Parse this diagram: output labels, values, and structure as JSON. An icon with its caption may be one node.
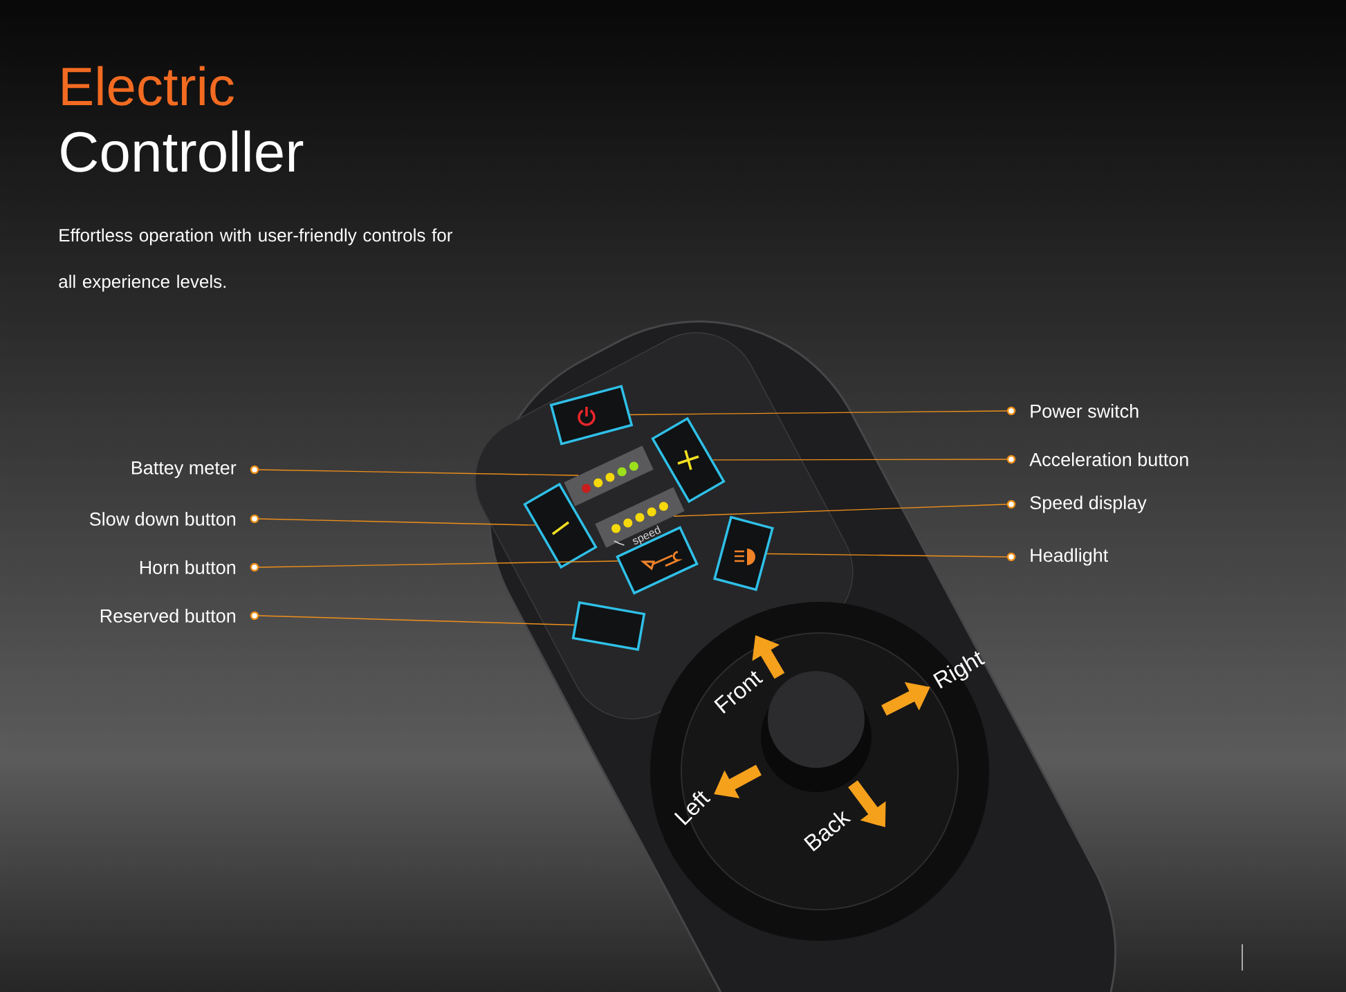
{
  "diagram": {
    "nodes": [
      {
        "text": [
          "Power switch"
        ]
      },
      {
        "text": [
          "Acceleration button"
        ]
      },
      {
        "text": [
          "Battey meter"
        ]
      },
      {
        "text": [
          "Speed display"
        ]
      },
      {
        "text": [
          "Slow down button"
        ]
      },
      {
        "text": [
          "Headlight"
        ]
      },
      {
        "text": [
          "Horn button"
        ]
      },
      {
        "text": [
          "Reserved button"
        ]
      },
      {
        "text": [],
        "shape": "box"
      },
      {
        "text": [],
        "shape": "box"
      },
      {
        "text": [],
        "shape": "bar"
      },
      {
        "text": [],
        "shape": "bar"
      },
      {
        "text": [],
        "shape": "box"
      },
      {
        "text": [],
        "shape": "box"
      },
      {
        "text": [],
        "shape": "box"
      },
      {
        "text": [],
        "shape": "box"
      }
    ],
    "edges": [
      {
        "from": 0,
        "to": 8,
        "arrow": "none"
      },
      {
        "from": 1,
        "to": 9,
        "arrow": "none"
      },
      {
        "from": 2,
        "to": 10,
        "arrow": "none"
      },
      {
        "from": 3,
        "to": 11,
        "arrow": "none"
      },
      {
        "from": 4,
        "to": 12,
        "arrow": "none"
      },
      {
        "from": 5,
        "to": 13,
        "arrow": "none"
      },
      {
        "from": 6,
        "to": 14,
        "arrow": "none"
      },
      {
        "from": 7,
        "to": 15,
        "arrow": "none"
      }
    ],
    "labels": [
      "Electric",
      "Controller",
      "Effortless operation with user-friendly controls for all experience levels.",
      "speed",
      "Front",
      "Right",
      "Left",
      "Back"
    ]
  }
}
